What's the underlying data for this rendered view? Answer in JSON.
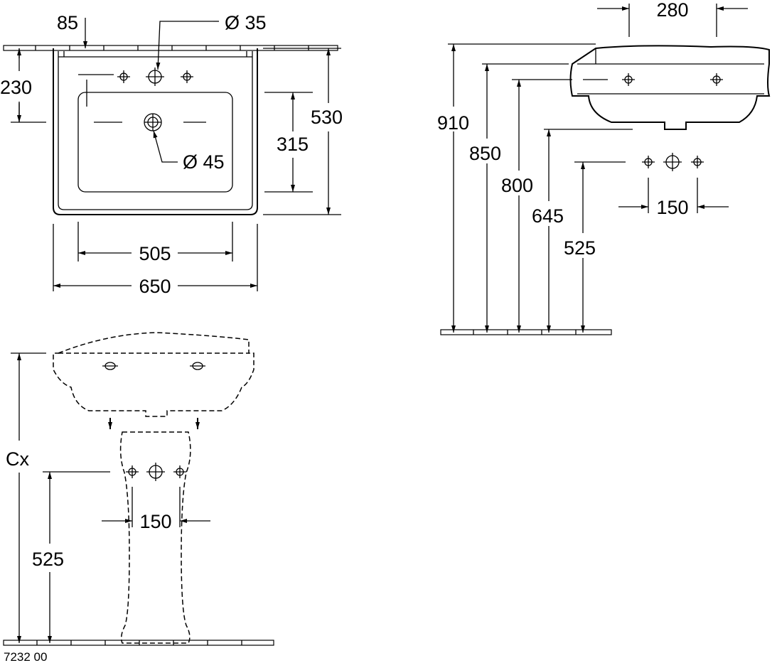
{
  "plan_view": {
    "dim_tap_offset": "85",
    "dim_tap_hole": "Ø 35",
    "dim_tap_height": "230",
    "dim_depth": "530",
    "dim_bowl_depth": "315",
    "dim_drain": "Ø 45",
    "dim_bowl_width": "505",
    "dim_width": "650"
  },
  "side_view": {
    "dim_wall_depth": "280",
    "dim_910": "910",
    "dim_850": "850",
    "dim_800": "800",
    "dim_645": "645",
    "dim_525": "525",
    "dim_supply_spacing": "150"
  },
  "front_view": {
    "dim_cx": "Cx",
    "dim_525": "525",
    "dim_supply_spacing": "150"
  },
  "drawing_number": "7232 00"
}
